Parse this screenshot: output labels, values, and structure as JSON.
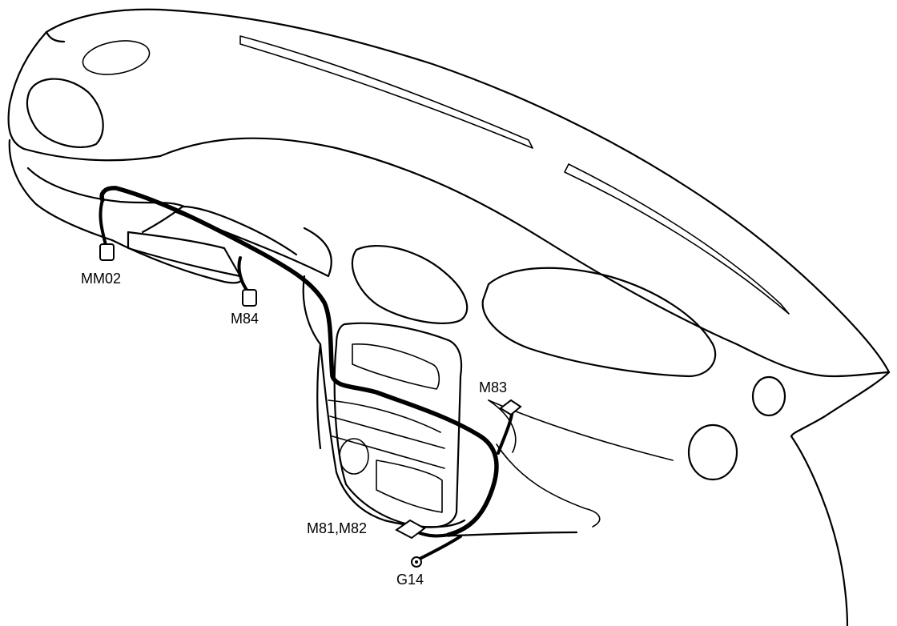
{
  "colors": {
    "line": "#000000",
    "background": "#ffffff"
  },
  "connectors": [
    {
      "id": "MM02",
      "label": "MM02"
    },
    {
      "id": "M84",
      "label": "M84"
    },
    {
      "id": "M83",
      "label": "M83"
    },
    {
      "id": "M81_M82",
      "label": "M81,M82"
    },
    {
      "id": "G14",
      "label": "G14"
    }
  ]
}
